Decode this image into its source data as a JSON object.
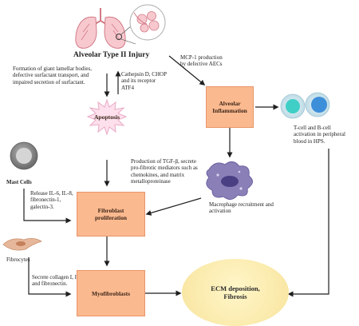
{
  "title": "Alveolar Type II Injury",
  "nodes": {
    "apoptosis": "Apoptosis",
    "alveolar_inflammation": "Alveolar\nInflammation",
    "fibroblast_proliferation": "Fibroblast\nproliferation",
    "myofibroblasts": "Myofibroblasts",
    "ecm": "ECM deposition,\nFibrosis",
    "tcell": "T-cell and B-cell\nactivation in peripheral\nblood in HPS.",
    "macrophage": "Macrophage recruitment and\nactivation",
    "mast_cells": "Mast Cells",
    "fibrocytes": "Fibrocytes"
  },
  "annotations": {
    "giant_bodies": "Formation of giant lamellar bodies,\ndefective surfactant transport, and\nimpaired secretion of surfactant.",
    "cathepsin": "Cathepsin D, CHOP\nand its receptor\nATF4",
    "mcp1": "MCP-1  production\nby defective AECs",
    "tgf": "Production of TGF-β, secrete\npro-fibrotic mediators such as\nchemokines, and matrix\nmetalloproteinase",
    "il6": "Release IL-6, IL-8,\nfibronectin-1,\ngalectin-3.",
    "collagen": "Secrete collagen I, III\nand fibronectin."
  },
  "icons": [
    "lungs-icon",
    "alveoli-icon",
    "t-cell-icon",
    "b-cell-icon",
    "macrophage-icon",
    "mast-cell-icon",
    "fibrocyte-icon"
  ],
  "colors": {
    "box_fill": "#fbb98f",
    "box_border": "#e8956a",
    "star_fill": "#fde0ec",
    "star_stroke": "#e9a9c5",
    "ecm_fill": "#fbecb0",
    "arrow": "#1f1f1f",
    "lung_fill": "#f7c9cf",
    "lung_stroke": "#d27a86",
    "macrophage": "#8b7fb8",
    "tcell_nucleus": "#3fcfc6",
    "bcell_nucleus": "#3d8fd9",
    "cell_cyto": "#cfe7ef",
    "mast_cell": "#8a8a8a",
    "fibrocyte": "#e6b79a"
  }
}
